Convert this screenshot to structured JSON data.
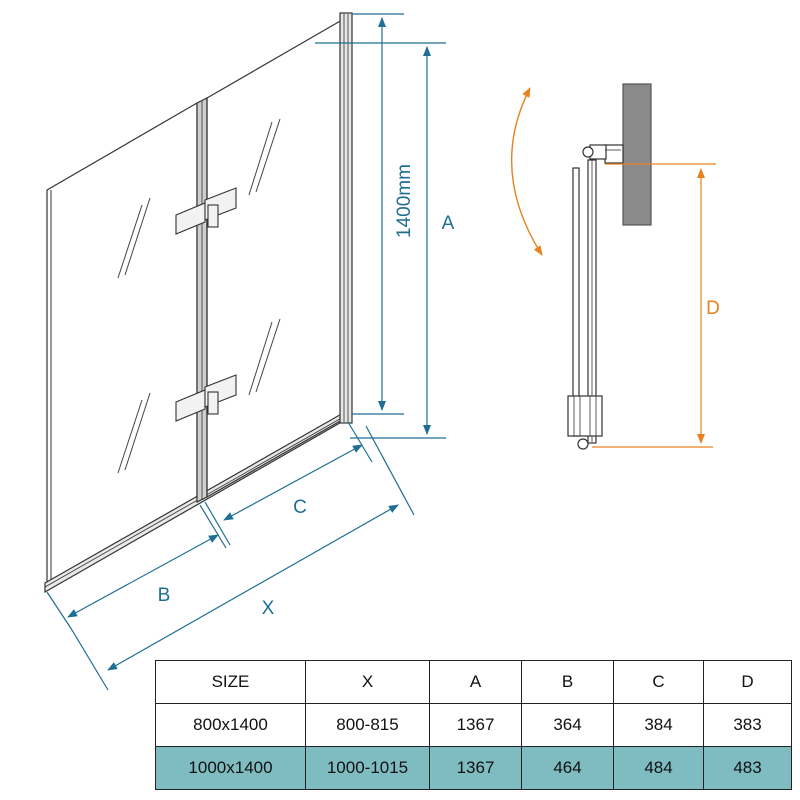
{
  "labels": {
    "A": "A",
    "B": "B",
    "C": "C",
    "D": "D",
    "X": "X",
    "height": "1400mm"
  },
  "colors": {
    "dimension": "#1f6e94",
    "side_view_dimension": "#e8821e",
    "highlight_row": "#7fbcc2"
  },
  "table": {
    "header": [
      "SIZE",
      "X",
      "A",
      "B",
      "C",
      "D"
    ],
    "rows": [
      [
        "800x1400",
        "800-815",
        "1367",
        "364",
        "384",
        "383"
      ],
      [
        "1000x1400",
        "1000-1015",
        "1367",
        "464",
        "484",
        "483"
      ]
    ]
  }
}
